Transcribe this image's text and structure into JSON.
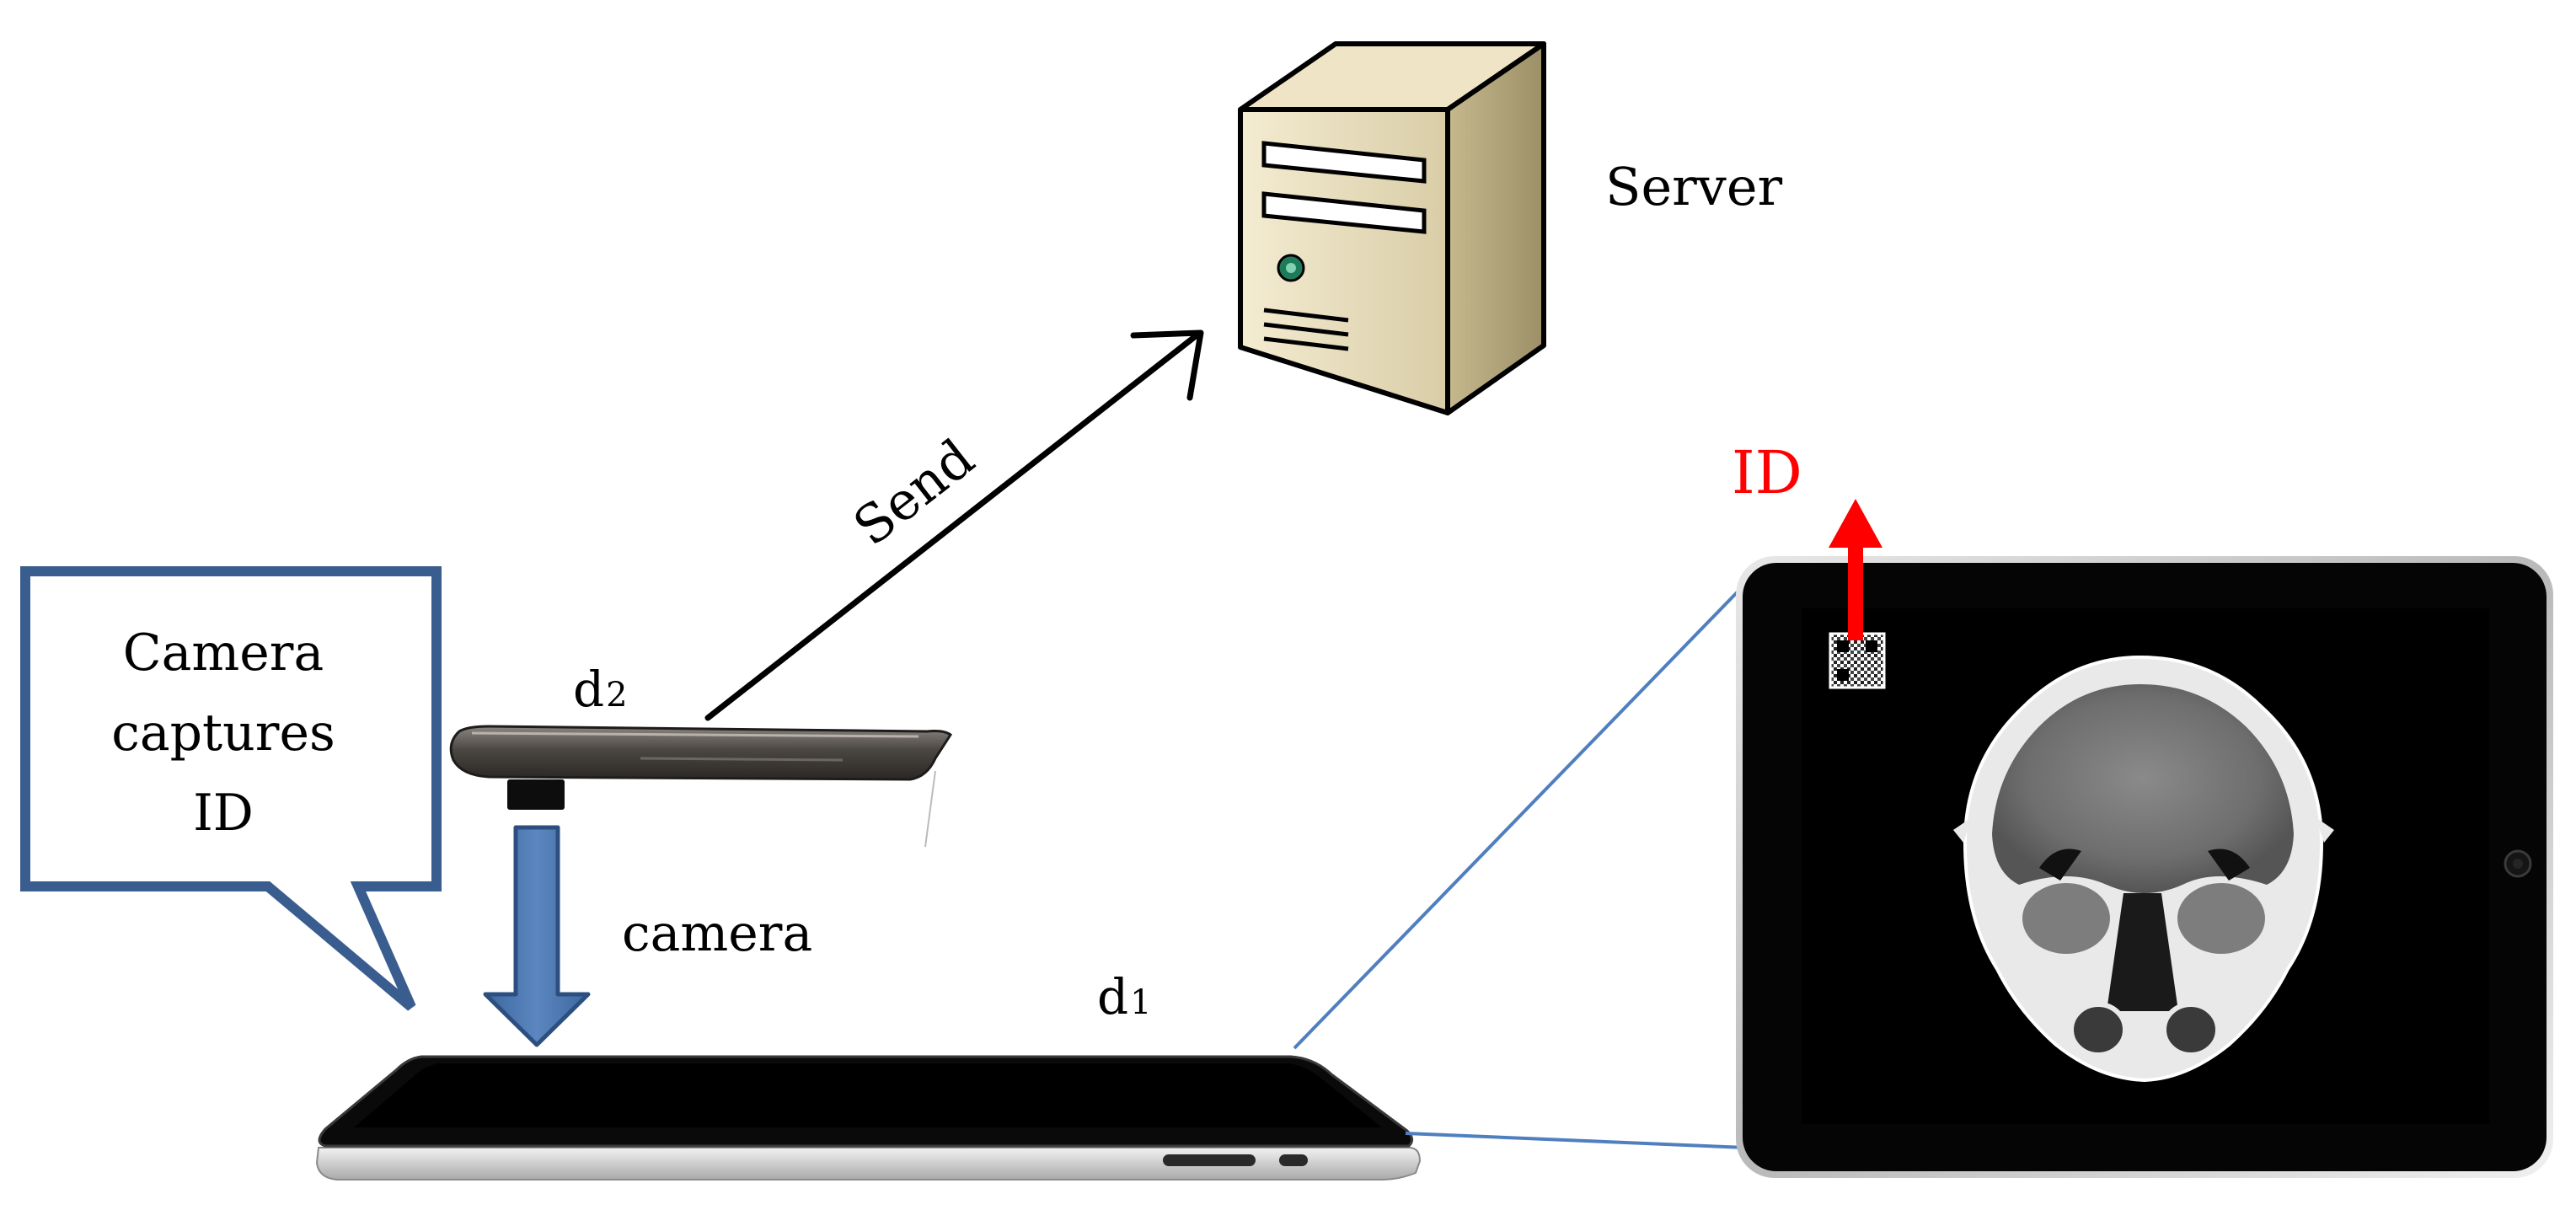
{
  "labels": {
    "server": "Server",
    "send": "Send",
    "callout_line1": "Camera",
    "callout_line2": "captures",
    "callout_line3": "ID",
    "d2": "d",
    "d2_sub": "2",
    "camera": "camera",
    "d1": "d",
    "d1_sub": "1",
    "id": "ID"
  },
  "icons": {
    "server": "server-tower-icon",
    "phone": "smartphone-side-icon",
    "tablet_side": "tablet-side-icon",
    "tablet_front": "tablet-front-icon",
    "qr": "qr-code-icon",
    "ct_scan": "ct-scan-image"
  },
  "colors": {
    "callout_border": "#3a5d8f",
    "camera_arrow": "#4a74ab",
    "camera_arrow_border": "#2c4f80",
    "zoom_lines": "#4f7fbf",
    "id_arrow": "#ff0000",
    "id_text": "#ff0000",
    "send_arrow": "#000000"
  }
}
